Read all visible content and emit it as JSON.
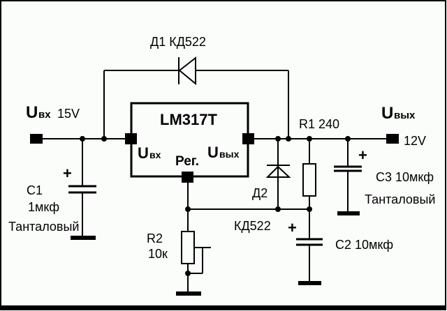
{
  "diagram": {
    "kind": "LM317T linear voltage regulator schematic",
    "background_color": "#fbfdfb",
    "line_color": "#000000"
  },
  "input_terminal": {
    "symbol": "U",
    "subscript": "вх",
    "voltage": "15V"
  },
  "output_terminal": {
    "symbol": "U",
    "subscript": "вых",
    "voltage": "12V"
  },
  "chip": {
    "name": "LM317T",
    "pin_input_symbol": "U",
    "pin_input_subscript": "вх",
    "pin_adjust": "Рег.",
    "pin_output_symbol": "U",
    "pin_output_subscript": "вых"
  },
  "components": {
    "d1": {
      "label": "Д1 КД522"
    },
    "d2": {
      "ref": "Д2",
      "part": "КД522"
    },
    "r1": {
      "label": "R1 240"
    },
    "r2": {
      "ref": "R2",
      "value": "10к"
    },
    "c1": {
      "ref": "C1",
      "value": "1мкф",
      "dielectric": "Танталовый",
      "polarity": "+"
    },
    "c2": {
      "label": "C2 10мкф",
      "polarity": "+"
    },
    "c3": {
      "label": "C3 10мкф",
      "dielectric": "Танталовый",
      "polarity": "+"
    }
  }
}
